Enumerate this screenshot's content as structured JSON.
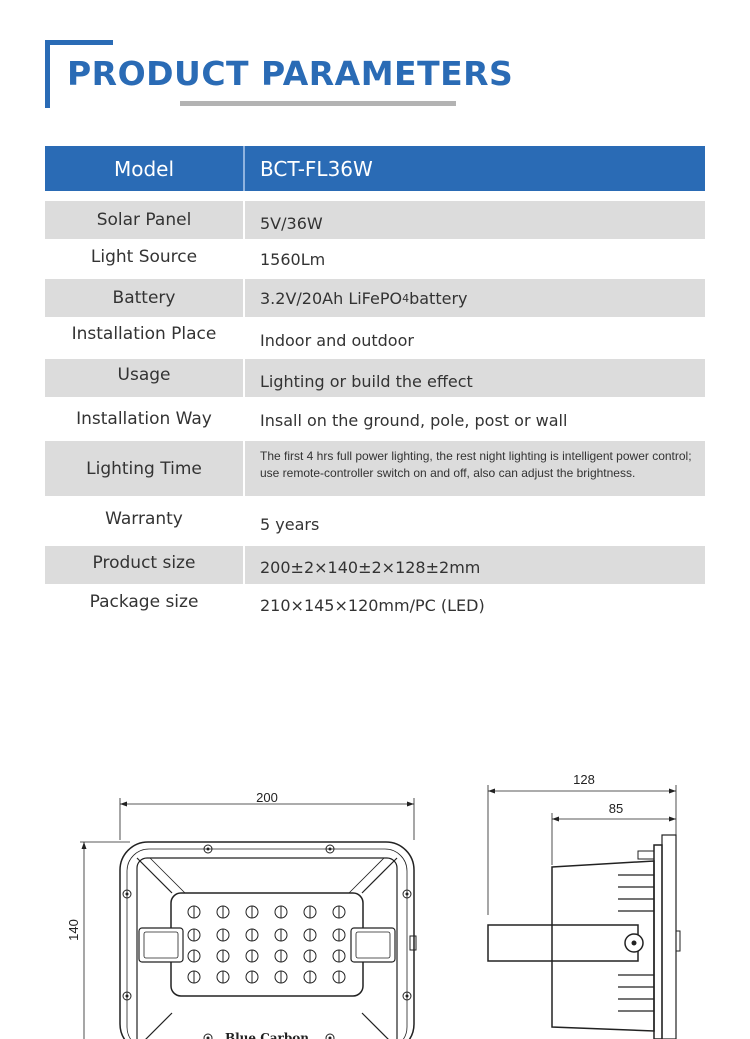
{
  "title": "PRODUCT PARAMETERS",
  "colors": {
    "brand_blue": "#2a6bb5",
    "row_gray": "#dcdcdc",
    "underline_gray": "#b3b3b3"
  },
  "header": {
    "label": "Model",
    "value": "BCT-FL36W"
  },
  "rows": [
    {
      "label": "Solar Panel",
      "value": "5V/36W"
    },
    {
      "label": "Light Source",
      "value": "1560Lm"
    },
    {
      "label": "Battery",
      "value_main": "3.2V/20Ah LiFePO",
      "value_sub": "4",
      "value_end": " battery"
    },
    {
      "label": "Installation Place",
      "value": "Indoor and outdoor"
    },
    {
      "label": "Usage",
      "value": "Lighting or build the effect"
    },
    {
      "label": "Installation Way",
      "value": "Insall on the ground, pole, post or wall"
    },
    {
      "label": "Lighting Time",
      "value_line1": "The first 4 hrs full power lighting, the rest night lighting is intelligent power control;",
      "value_line2": "use remote-controller switch on and off, also can adjust the brightness."
    },
    {
      "label": "Warranty",
      "value": "5 years"
    },
    {
      "label": "Product size",
      "value": "200±2×140±2×128±2mm"
    },
    {
      "label": "Package size",
      "value": "210×145×120mm/PC (LED)"
    }
  ],
  "drawing_front": {
    "width_dim": "200",
    "height_dim": "140",
    "brand_text": "Blue Carbon"
  },
  "drawing_side": {
    "depth_dim": "128",
    "body_dim": "85"
  }
}
